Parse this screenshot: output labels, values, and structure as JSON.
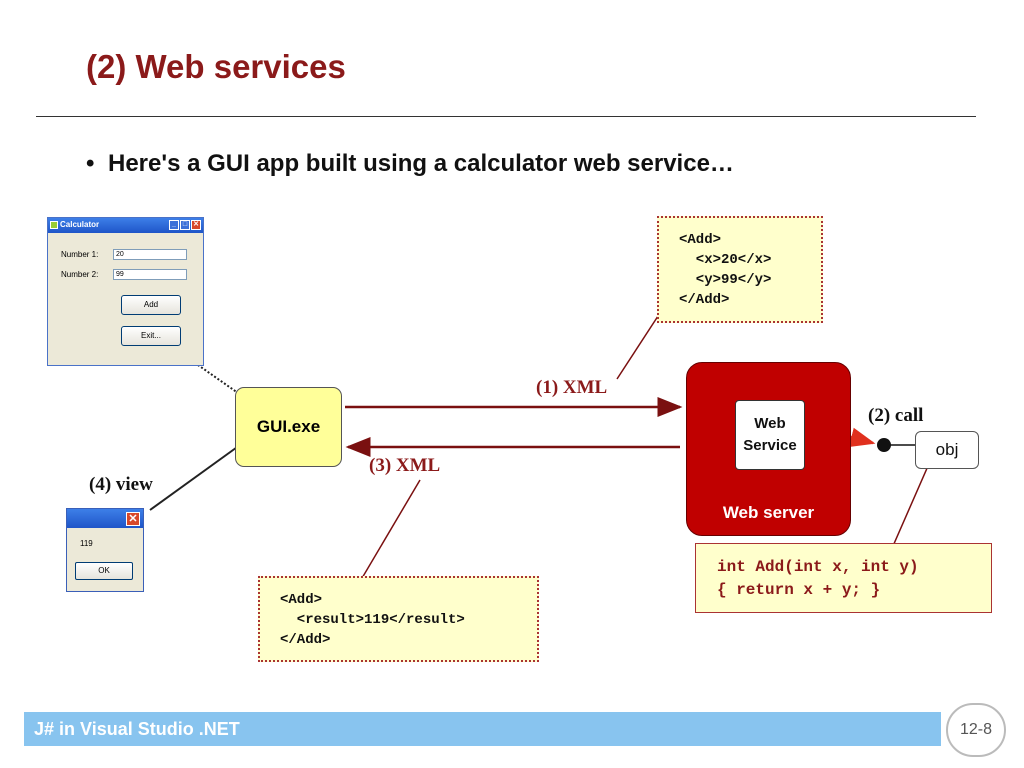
{
  "slide": {
    "title": "(2) Web services",
    "bullet": "Here's a GUI app built using a calculator web service…",
    "footer": "J# in Visual Studio .NET",
    "page_number": "12-8"
  },
  "calculator_window": {
    "title": "Calculator",
    "number1_label": "Number 1:",
    "number1_value": "20",
    "number2_label": "Number 2:",
    "number2_value": "99",
    "add_button": "Add",
    "exit_button": "Exit..."
  },
  "message_box": {
    "close": "✕",
    "value": "119",
    "ok_button": "OK"
  },
  "diagram": {
    "gui_label": "GUI.exe",
    "request_label": "(1) XML",
    "response_label": "(3) XML",
    "call_label": "(2) call",
    "view_label": "(4) view",
    "web_service_label": "Web\nService",
    "web_server_label": "Web server",
    "obj_label": "obj",
    "request_xml": "<Add>\n  <x>20</x>\n  <y>99</y>\n</Add>",
    "response_xml": "<Add>\n  <result>119</result>\n</Add>",
    "code": "int Add(int x, int y)\n{ return x + y; }"
  },
  "colors": {
    "title": "#8b1a1a",
    "arrow": "#7a1010",
    "web_server_fill": "#c00000",
    "gui_fill": "#ffff99",
    "xml_fill": "#ffffcc",
    "footer_fill": "#88c4ef"
  }
}
